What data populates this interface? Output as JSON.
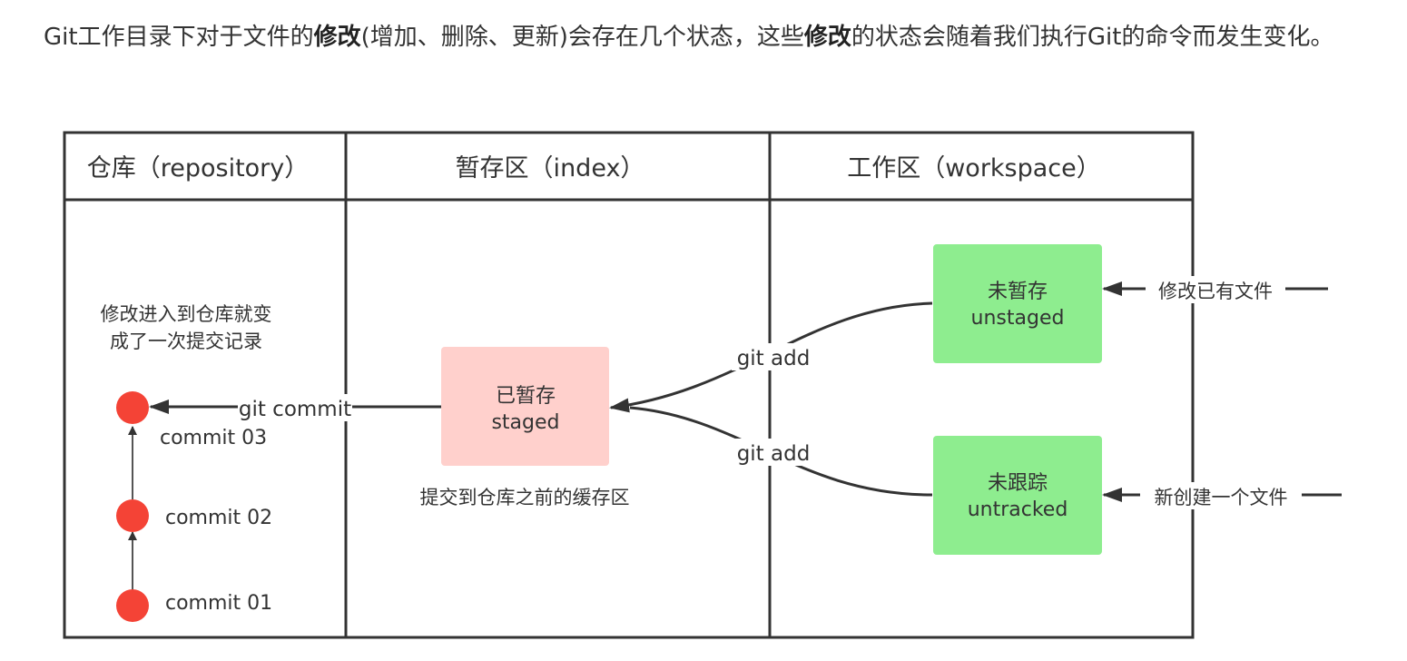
{
  "intro": {
    "part1": "Git工作目录下对于文件的",
    "bold1": "修改",
    "part2": "(增加、删除、更新)会存在几个状态，这些",
    "bold2": "修改",
    "part3": "的状态会随着我们执行Git的命令而发生变化。"
  },
  "columns": {
    "repository": "仓库（repository）",
    "index": "暂存区（index）",
    "workspace": "工作区（workspace）"
  },
  "repository": {
    "note_line1": "修改进入到仓库就变",
    "note_line2": "成了一次提交记录",
    "commits": [
      "commit  03",
      "commit  02",
      "commit  01"
    ],
    "commit_color": "#f44336"
  },
  "index": {
    "staged_line1": "已暂存",
    "staged_line2": "staged",
    "staged_color": "#ffd0cc",
    "caption": "提交到仓库之前的缓存区",
    "commit_action": "git commit"
  },
  "workspace": {
    "unstaged_line1": "未暂存",
    "unstaged_line2": "unstaged",
    "untracked_line1": "未跟踪",
    "untracked_line2": "untracked",
    "box_color": "#8eed8f",
    "add_action_top": "git add",
    "add_action_bottom": "git add",
    "input_modify": "修改已有文件",
    "input_new": "新创建一个文件"
  }
}
